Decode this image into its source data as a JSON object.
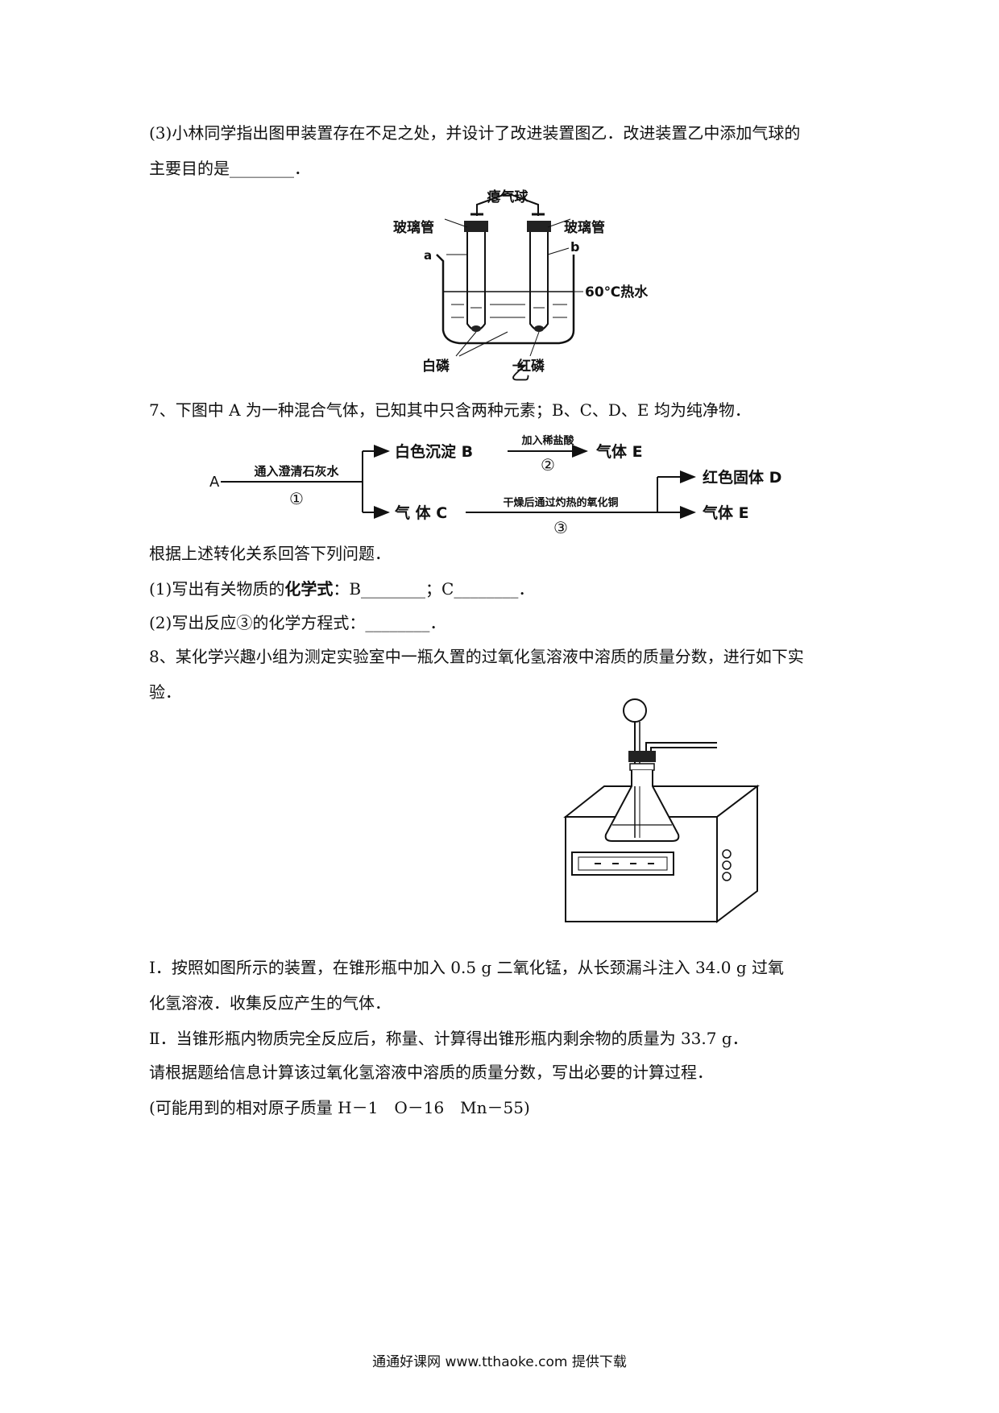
{
  "q6": {
    "part3_line1": "(3)小林同学指出图甲装置存在不足之处，并设计了改进装置图乙．改进装置乙中添加气球的",
    "part3_line2": "主要目的是________．",
    "figure_yi": {
      "balloon": "瘪气球",
      "tube_left": "玻璃管",
      "tube_right": "玻璃管",
      "label_a": "a",
      "label_b": "b",
      "water": "60℃热水",
      "white_p": "白磷",
      "red_p": "红磷",
      "caption": "乙"
    }
  },
  "q7": {
    "stem": "7、下图中 A 为一种混合气体，已知其中只含两种元素；B、C、D、E 均为纯净物．",
    "diagram": {
      "A": "A",
      "step1_label": "通入澄清石灰水",
      "step1_num": "①",
      "white_ppt": "白色沉淀 B",
      "step2_label": "加入稀盐酸",
      "step2_num": "②",
      "gas_e_top": "气体 E",
      "gas_c": "气 体 C",
      "step3_label": "干燥后通过灼热的氧化铜",
      "step3_num": "③",
      "red_solid": "红色固体 D",
      "gas_e_bottom": "气体 E"
    },
    "intro": "根据上述转化关系回答下列问题．",
    "q1_prefix": "(1)写出有关物质的",
    "q1_bold": "化学式",
    "q1_suffix": "：B________；C________．",
    "q2": "(2)写出反应③的化学方程式：________．"
  },
  "q8": {
    "stem_line1": "8、某化学兴趣小组为测定实验室中一瓶久置的过氧化氢溶液中溶质的质量分数，进行如下实",
    "stem_line2": "验．",
    "step1_line1": "Ⅰ．按照如图所示的装置，在锥形瓶中加入 0.5 g 二氧化锰，从长颈漏斗注入 34.0 g 过氧",
    "step1_line2": "化氢溶液．收集反应产生的气体．",
    "step2": "Ⅱ．当锥形瓶内物质完全反应后，称量、计算得出锥形瓶内剩余物的质量为 33.7 g．",
    "ask": "请根据题给信息计算该过氧化氢溶液中溶质的质量分数，写出必要的计算过程．",
    "atomic_mass": "(可能用到的相对原子质量 H－1　O－16　Mn－55)"
  },
  "footer": "通通好课网 www.tthaoke.com 提供下载"
}
